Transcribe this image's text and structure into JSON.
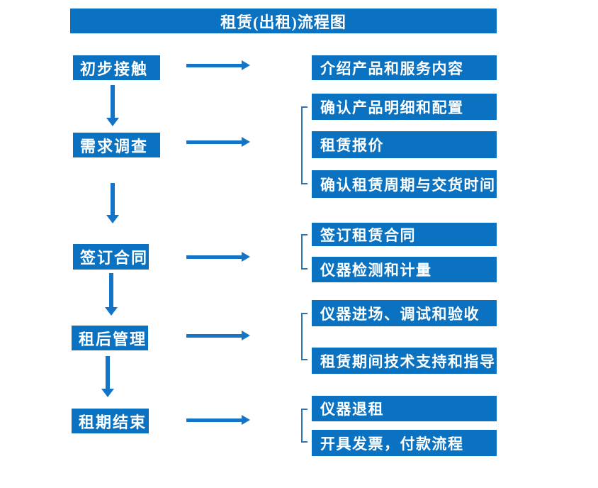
{
  "title": "租赁(出租)流程图",
  "colors": {
    "box_blue": "#0a72c0",
    "arrow_blue": "#1474c8",
    "bracket_blue": "#2e75b6",
    "text": "#ffffff",
    "background": "#ffffff"
  },
  "steps": [
    {
      "label": "初步接触",
      "outputs": [
        "介绍产品和服务内容"
      ]
    },
    {
      "label": "需求调查",
      "outputs": [
        "确认产品明细和配置",
        "租赁报价",
        "确认租赁周期与交货时间"
      ]
    },
    {
      "label": "签订合同",
      "outputs": [
        "签订租赁合同",
        "仪器检测和计量"
      ]
    },
    {
      "label": "租后管理",
      "outputs": [
        "仪器进场、调试和验收",
        "租赁期间技术支持和指导"
      ]
    },
    {
      "label": "租期结束",
      "outputs": [
        "仪器退租",
        "开具发票，付款流程"
      ]
    }
  ]
}
